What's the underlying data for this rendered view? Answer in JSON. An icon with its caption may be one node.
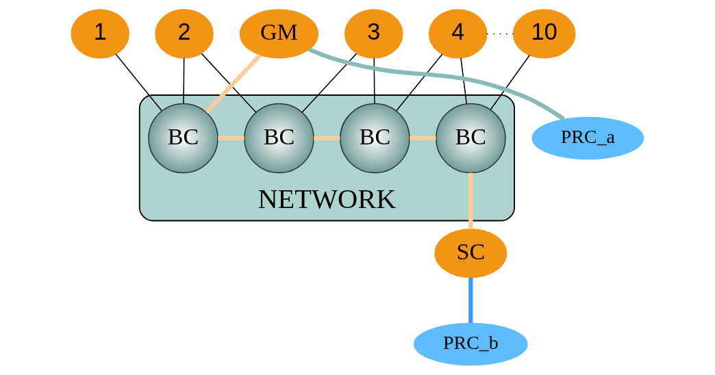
{
  "diagram": {
    "nodes": [
      {
        "text": [
          "1"
        ]
      },
      {
        "text": [
          "2"
        ]
      },
      {
        "text": [
          "3"
        ]
      },
      {
        "text": [
          "4"
        ]
      },
      {
        "text": [
          "10"
        ]
      },
      {
        "text": [
          "GM"
        ]
      },
      {
        "text": [
          "NETWORK"
        ]
      },
      {
        "text": [
          "BC"
        ],
        "in": 6
      },
      {
        "text": [
          "BC"
        ],
        "in": 6
      },
      {
        "text": [
          "BC"
        ],
        "in": 6
      },
      {
        "text": [
          "BC"
        ],
        "in": 6
      },
      {
        "text": [
          "SC"
        ]
      },
      {
        "text": [
          "PRC_b"
        ]
      },
      {
        "text": [
          "PRC_a"
        ]
      }
    ],
    "edges": [
      {
        "from": 0,
        "to": 7,
        "arrow": "none"
      },
      {
        "from": 1,
        "to": 7,
        "arrow": "none"
      },
      {
        "from": 1,
        "to": 8,
        "arrow": "none"
      },
      {
        "from": 2,
        "to": 8,
        "arrow": "none"
      },
      {
        "from": 2,
        "to": 9,
        "arrow": "none"
      },
      {
        "from": 3,
        "to": 9,
        "arrow": "none"
      },
      {
        "from": 3,
        "to": 10,
        "arrow": "none"
      },
      {
        "from": 4,
        "to": 10,
        "arrow": "none"
      },
      {
        "from": 3,
        "to": 4,
        "arrow": "none",
        "style": "dashed"
      },
      {
        "from": 5,
        "to": 7,
        "arrow": "none",
        "style": "thick",
        "color": "#ffcc99"
      },
      {
        "from": 7,
        "to": 8,
        "arrow": "none",
        "style": "thick",
        "color": "#ffcc99"
      },
      {
        "from": 8,
        "to": 9,
        "arrow": "none",
        "style": "thick",
        "color": "#ffcc99"
      },
      {
        "from": 9,
        "to": 10,
        "arrow": "none",
        "style": "thick",
        "color": "#ffcc99"
      },
      {
        "from": 10,
        "to": 11,
        "arrow": "none",
        "style": "thick",
        "color": "#ffcc99"
      },
      {
        "from": 5,
        "to": 13,
        "arrow": "none",
        "style": "thick",
        "color": "#88bbb8"
      },
      {
        "from": 11,
        "to": 12,
        "arrow": "none",
        "style": "thick",
        "color": "#3399ff"
      }
    ]
  }
}
